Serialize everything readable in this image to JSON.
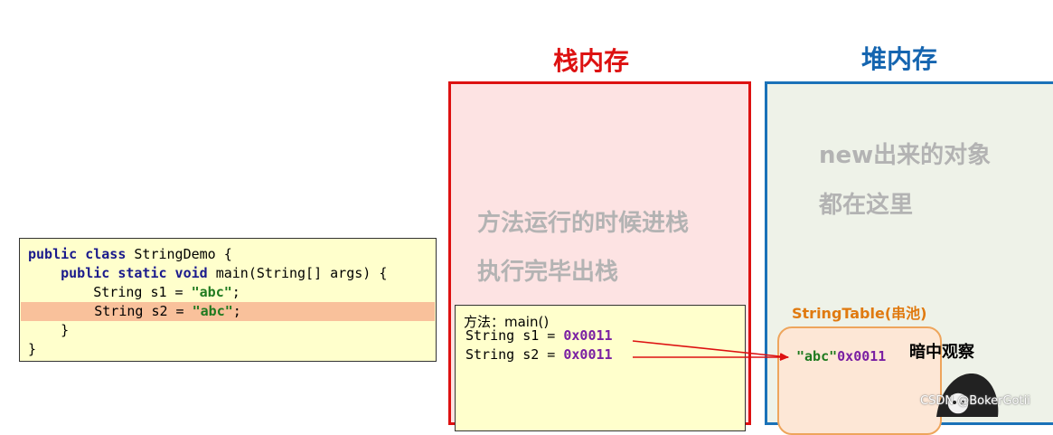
{
  "code": {
    "lines": [
      {
        "parts": [
          [
            "kw",
            "public class "
          ],
          [
            "txt",
            "StringDemo {"
          ]
        ]
      },
      {
        "parts": [
          [
            "txt",
            "    "
          ],
          [
            "kw",
            "public static void "
          ],
          [
            "txt",
            "main(String[] args) {"
          ]
        ]
      },
      {
        "parts": [
          [
            "txt",
            "        String s1 = "
          ],
          [
            "str",
            "\"abc\""
          ],
          [
            "txt",
            ";"
          ]
        ]
      },
      {
        "parts": [
          [
            "txt",
            "        String s2 = "
          ],
          [
            "str",
            "\"abc\""
          ],
          [
            "txt",
            ";"
          ]
        ],
        "highlight": true
      },
      {
        "parts": [
          [
            "txt",
            "    }"
          ]
        ]
      },
      {
        "parts": [
          [
            "txt",
            "}"
          ]
        ]
      }
    ]
  },
  "stack": {
    "title": "栈内存",
    "note_line1": "方法运行的时候进栈",
    "note_line2": "执行完毕出栈",
    "frame": {
      "title": "方法：main()",
      "var1": "String s1 = ",
      "var1_addr": "0x0011",
      "var2": "String s2 = ",
      "var2_addr": "0x0011"
    }
  },
  "heap": {
    "title": "堆内存",
    "note_line1": "new出来的对象",
    "note_line2": "都在这里",
    "string_table_label": "StringTable(串池)",
    "pool_string": "\"abc\"",
    "pool_addr": "0x0011"
  },
  "annotation": "暗中观察",
  "watermark": "CSDN @BokerGotii",
  "colors": {
    "stack_border": "#dd1111",
    "heap_border": "#1a72b8",
    "arrow": "#dd1111",
    "address": "#7a1fa2",
    "string_literal": "#1f7a1f"
  }
}
